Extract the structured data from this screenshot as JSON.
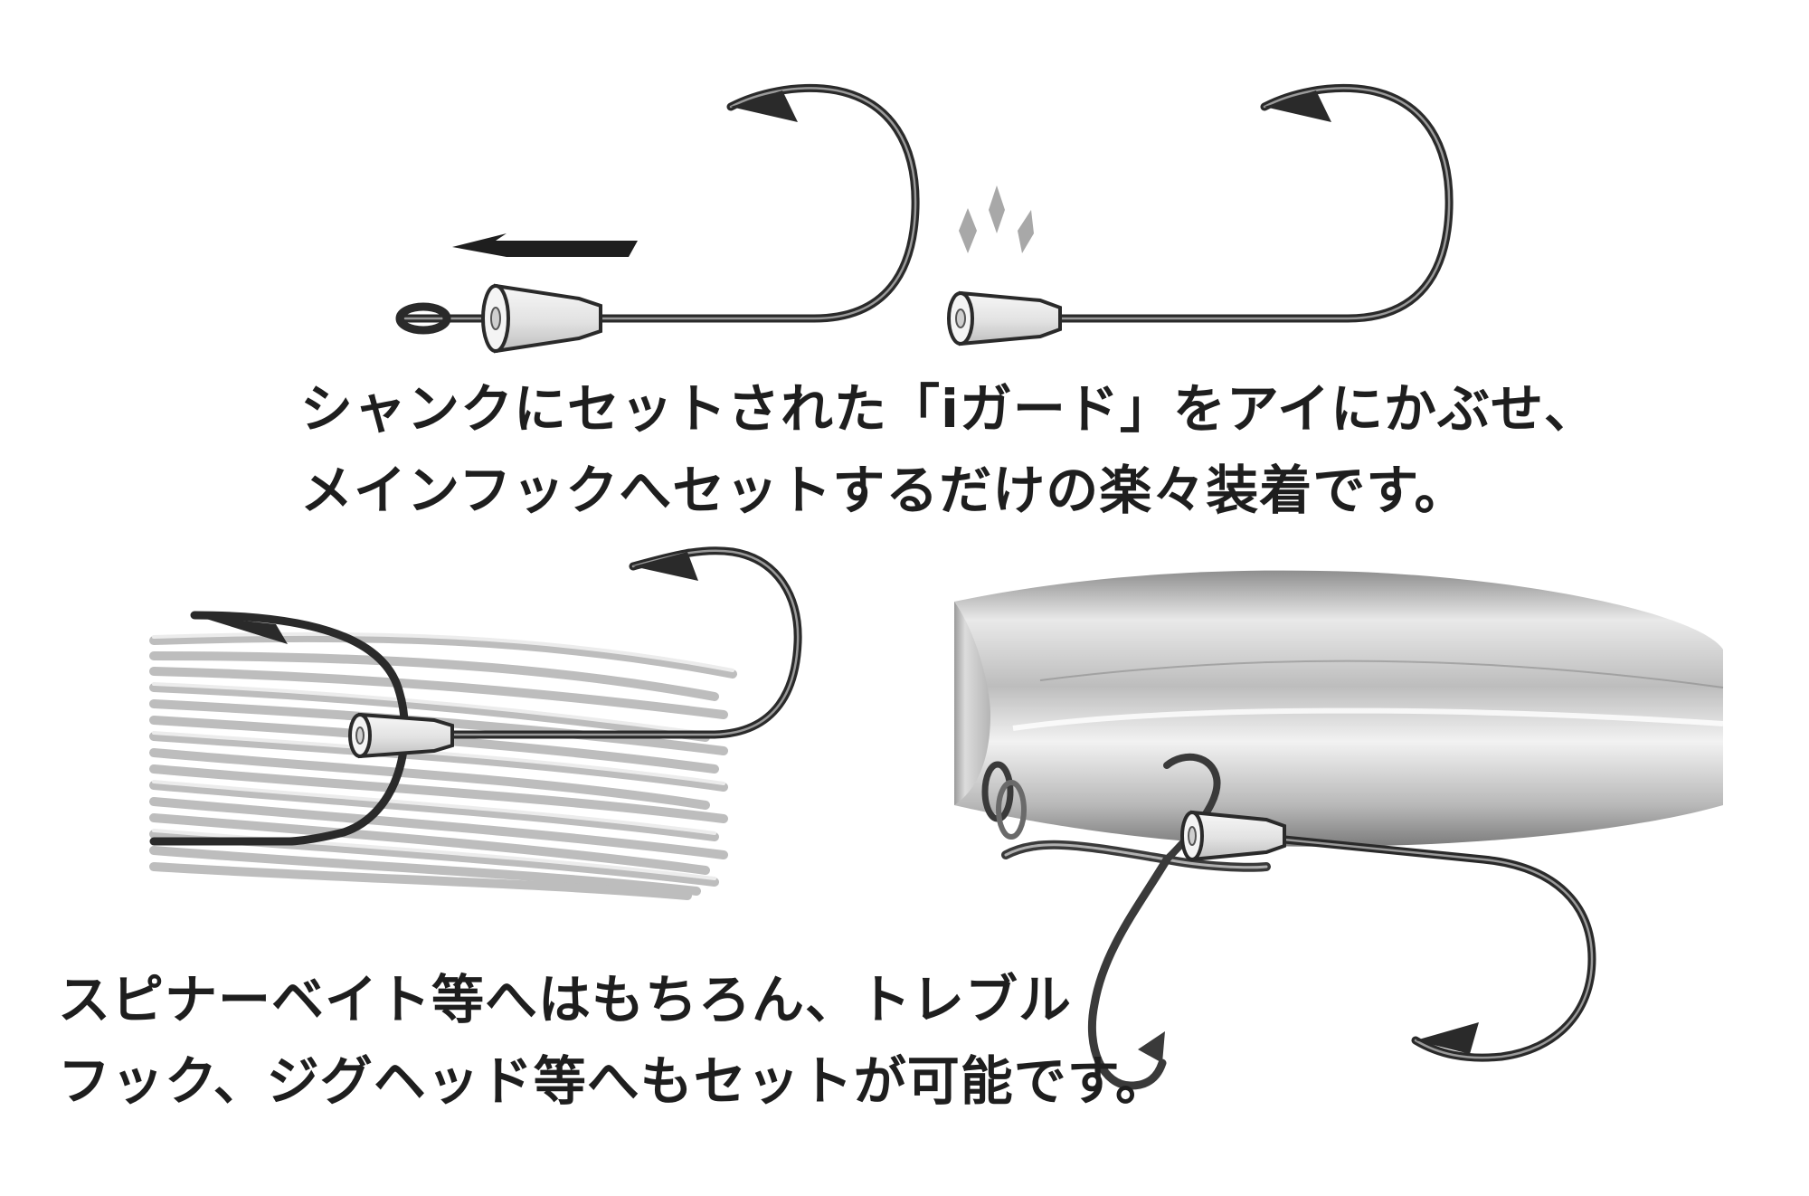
{
  "captions": {
    "top_line_1": "シャンクにセットされた「iガード」をアイにかぶせ、",
    "top_line_2": "メインフックへセットするだけの楽々装着です。",
    "bottom_line_1": "スピナーベイト等へはもちろん、トレブル",
    "bottom_line_2": "フック、ジグヘッド等へもセットが可能です。"
  },
  "colors": {
    "hook_dark": "#2a2a2a",
    "hook_highlight": "#9a9a9a",
    "guard_fill": "#ececec",
    "arrow": "#1e1e1e",
    "spark": "#a8a8a8",
    "skirt": "#c9c9c9",
    "lure_body": "#a9a9a9"
  }
}
